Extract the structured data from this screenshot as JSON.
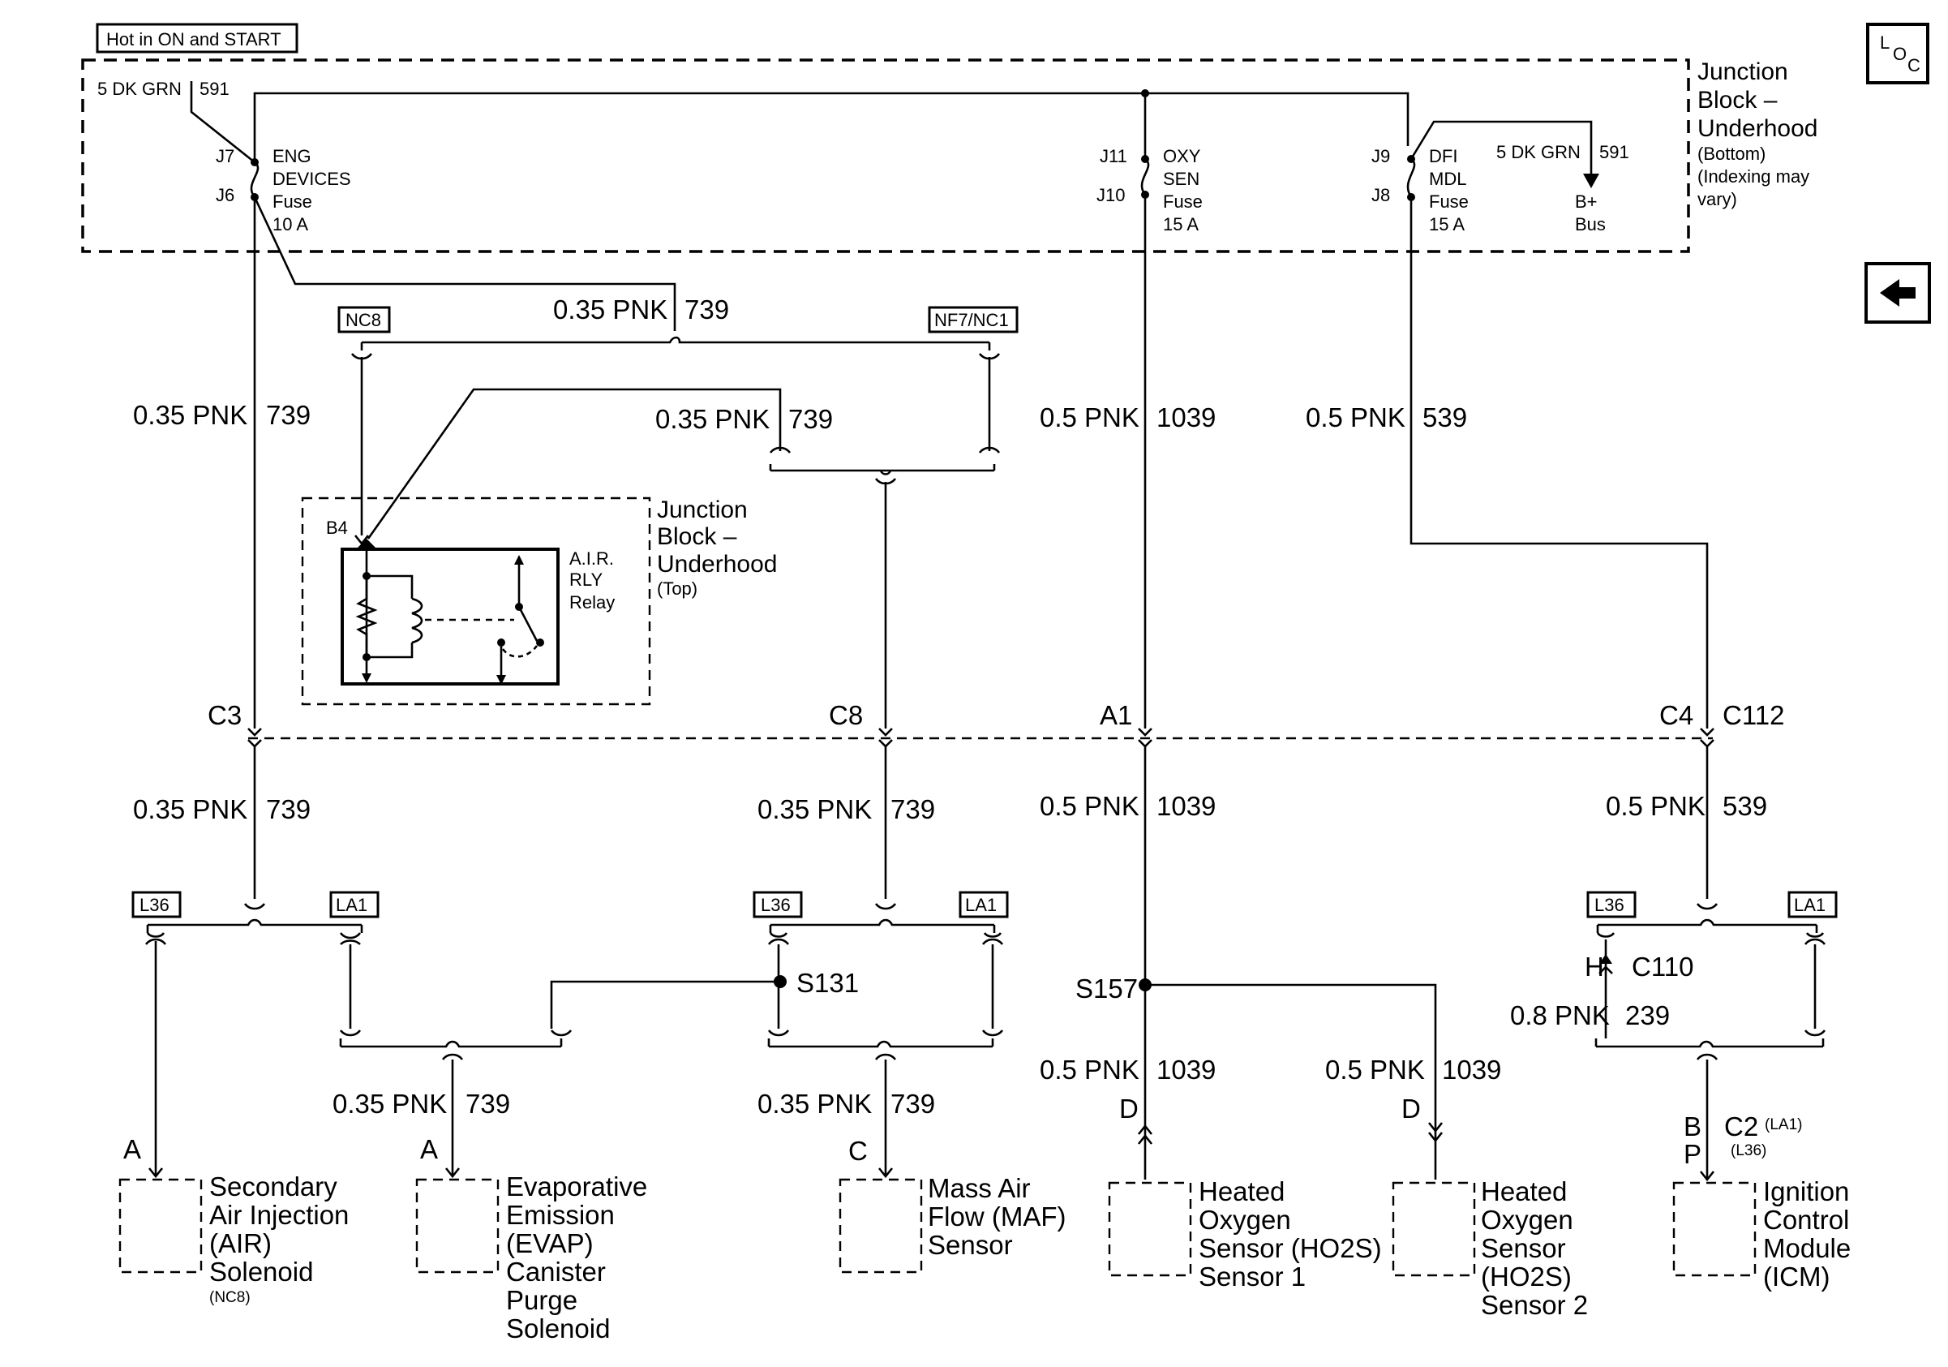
{
  "header_label": "Hot in ON and START",
  "junction_block_bottom": {
    "title_line1": "Junction",
    "title_line2": "Block –",
    "title_line3": "Underhood",
    "note_line1": "(Bottom)",
    "note_line2": "(Indexing may",
    "note_line3": "vary)",
    "feed_wire": {
      "size": "5 DK GRN",
      "circuit": "591"
    },
    "fuses": [
      {
        "pin_in": "J7",
        "pin_out": "J6",
        "line1": "ENG",
        "line2": "DEVICES",
        "line3": "Fuse",
        "line4": "10 A"
      },
      {
        "pin_in": "J11",
        "pin_out": "J10",
        "line1": "OXY",
        "line2": "SEN",
        "line3": "Fuse",
        "line4": "15 A"
      },
      {
        "pin_in": "J9",
        "pin_out": "J8",
        "line1": "DFI",
        "line2": "MDL",
        "line3": "Fuse",
        "line4": "15 A"
      }
    ],
    "bplus_wire": {
      "size": "5 DK GRN",
      "circuit": "591"
    },
    "bplus_line1": "B+",
    "bplus_line2": "Bus"
  },
  "junction_block_top": {
    "title_line1": "Junction",
    "title_line2": "Block –",
    "title_line3": "Underhood",
    "note": "(Top)",
    "pin": "B4",
    "relay_line1": "A.I.R.",
    "relay_line2": "RLY",
    "relay_line3": "Relay"
  },
  "option_tags": {
    "nc8": "NC8",
    "nf7nc1": "NF7/NC1",
    "l36": "L36",
    "la1": "LA1"
  },
  "wires": {
    "w739_top": {
      "size": "0.35 PNK",
      "circuit": "739"
    },
    "w739_left": {
      "size": "0.35 PNK",
      "circuit": "739"
    },
    "w739_mid": {
      "size": "0.35 PNK",
      "circuit": "739"
    },
    "w1039_upper": {
      "size": "0.5 PNK",
      "circuit": "1039"
    },
    "w539_upper": {
      "size": "0.5 PNK",
      "circuit": "539"
    },
    "w739_c3": {
      "size": "0.35 PNK",
      "circuit": "739"
    },
    "w739_c8": {
      "size": "0.35 PNK",
      "circuit": "739"
    },
    "w1039_a1": {
      "size": "0.5 PNK",
      "circuit": "1039"
    },
    "w539_c4": {
      "size": "0.5 PNK",
      "circuit": "539"
    },
    "w739_evap": {
      "size": "0.35 PNK",
      "circuit": "739"
    },
    "w739_maf": {
      "size": "0.35 PNK",
      "circuit": "739"
    },
    "w1039_s1": {
      "size": "0.5 PNK",
      "circuit": "1039"
    },
    "w1039_s2": {
      "size": "0.5 PNK",
      "circuit": "1039"
    },
    "w239": {
      "size": "0.8 PNK",
      "circuit": "239"
    }
  },
  "connectors": {
    "c3": "C3",
    "c8": "C8",
    "a1": "A1",
    "c4": "C4",
    "c112": "C112",
    "h": "H",
    "c110": "C110",
    "splice_s131": "S131",
    "splice_s157": "S157"
  },
  "components": [
    {
      "pin": "A",
      "lines": [
        "Secondary",
        "Air Injection",
        "(AIR)",
        "Solenoid"
      ],
      "option": "(NC8)"
    },
    {
      "pin": "A",
      "lines": [
        "Evaporative",
        "Emission",
        "(EVAP)",
        "Canister",
        "Purge",
        "Solenoid"
      ]
    },
    {
      "pin": "C",
      "lines": [
        "Mass Air",
        "Flow (MAF)",
        "Sensor"
      ]
    },
    {
      "pin": "D",
      "lines": [
        "Heated",
        "Oxygen",
        "Sensor (HO2S)",
        "Sensor 1"
      ]
    },
    {
      "pin": "D",
      "lines": [
        "Heated",
        "Oxygen",
        "Sensor",
        "(HO2S)",
        "Sensor 2"
      ]
    },
    {
      "pin_b": "B",
      "pin_p": "P",
      "connector": "C2",
      "conn_la1": "(LA1)",
      "conn_l36": "(L36)",
      "lines": [
        "Ignition",
        "Control",
        "Module",
        "(ICM)"
      ]
    }
  ],
  "nav": {
    "loc_icon": "location-icon",
    "back_icon": "back-arrow-icon"
  }
}
